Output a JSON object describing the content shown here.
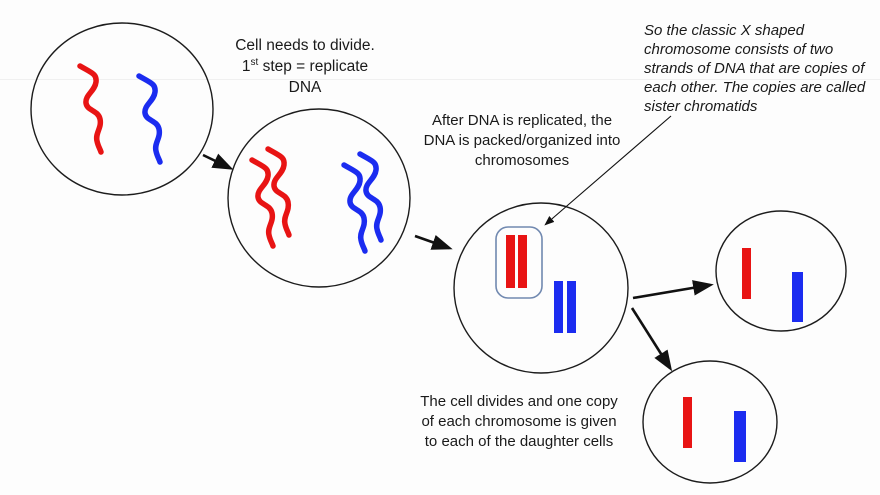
{
  "colors": {
    "dna_red": "#e81414",
    "dna_blue": "#1b2cf0",
    "cell_outline": "#1c1c1c",
    "arrow": "#111111",
    "chromatid_box_border": "#7189b0",
    "background": "#fdfdfd",
    "text": "#1a1a1a"
  },
  "captions": {
    "divide": {
      "line1": "Cell needs to divide.",
      "line2_num": "1",
      "line2_sup": "st",
      "line2_rest": " step = replicate",
      "line3": "DNA"
    },
    "replicated": "After DNA is replicated, the\nDNA is packed/organized into\nchromosomes",
    "sister_note": "So the classic X shaped\nchromosome consists of two\nstrands of DNA that are copies of\neach other. The copies are called\nsister chromatids",
    "divides": "The cell divides and one copy\nof each chromosome is given\nto each of the daughter cells"
  },
  "diagram": {
    "stage1": "parent cell with one red and one blue DNA strand",
    "stage2": "cell after replication with two red and two blue DNA strands",
    "stage3": "cell with condensed chromosomes, red sister chromatids boxed",
    "stage4": "two daughter cells each with one red and one blue chromosome"
  }
}
